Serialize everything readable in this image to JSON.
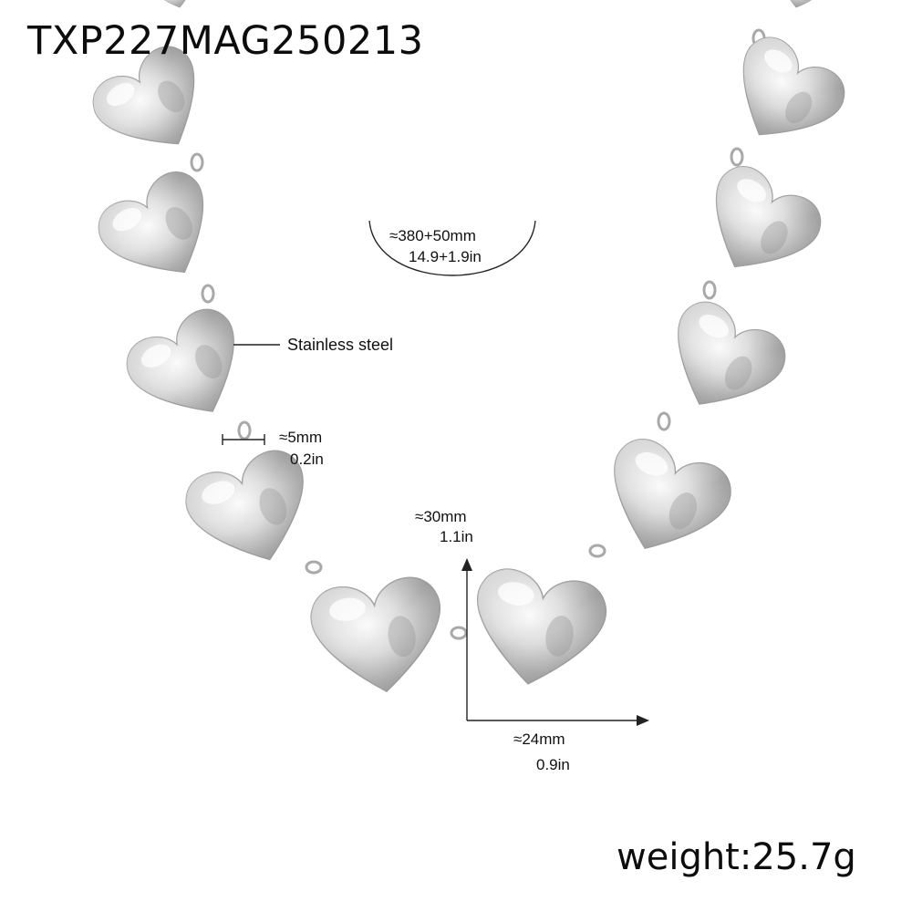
{
  "product": {
    "sku": "TXP227MAG250213",
    "weight": "weight:25.7g",
    "material": "Stainless steel"
  },
  "dimensions": {
    "length_mm": "≈380+50mm",
    "length_in": "14.9+1.9in",
    "link_mm": "≈5mm",
    "link_in": "0.2in",
    "heart_height_mm": "≈30mm",
    "heart_height_in": "1.1in",
    "heart_width_mm": "≈24mm",
    "heart_width_in": "0.9in"
  },
  "colors": {
    "background": "#ffffff",
    "metal_light": "#f4f4f4",
    "metal_mid": "#b9b9b9",
    "metal_dark": "#7d7d7d",
    "text": "#111111"
  }
}
